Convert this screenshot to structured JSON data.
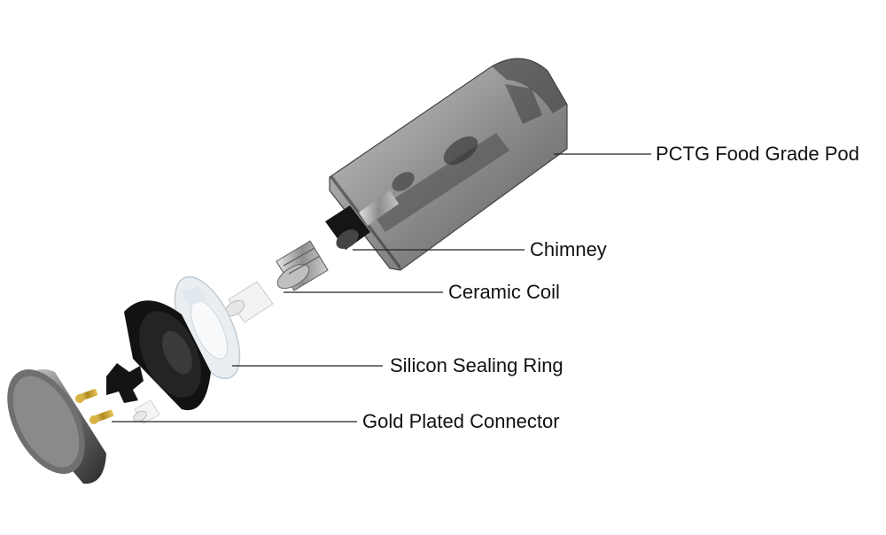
{
  "labels": {
    "pod": "PCTG Food Grade Pod",
    "chimney": "Chimney",
    "coil": "Ceramic Coil",
    "ring": "Silicon Sealing Ring",
    "connector": "Gold Plated Connector"
  },
  "colors": {
    "leader_line": "#222222",
    "gold": "#c9a227",
    "rubber": "#141414",
    "metal": "#9a9a9a",
    "pod_tint": "#6d6d6d"
  }
}
